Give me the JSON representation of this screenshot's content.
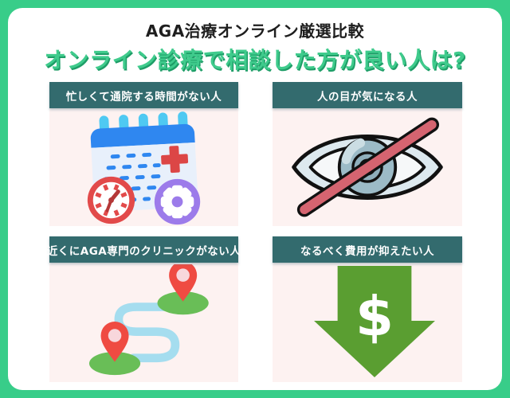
{
  "header": {
    "title": "AGA治療オンライン厳選比較",
    "subtitle": "オンライン診療で相談した方が良い人は?"
  },
  "panels": [
    {
      "label": "忙しくて通院する時間がない人",
      "icon": "calendar-schedule-icon"
    },
    {
      "label": "人の目が気になる人",
      "icon": "hidden-eye-icon"
    },
    {
      "label": "近くにAGA専門のクリニックがない人",
      "icon": "map-route-icon"
    },
    {
      "label": "なるべく費用が抑えたい人",
      "icon": "cost-down-arrow-icon"
    }
  ],
  "icons": {
    "dollar_sign": "$"
  },
  "colors": {
    "frame_green": "#38CD89",
    "subtitle_green": "#3FCB8C",
    "subtitle_shadow_green": "#1E9D67",
    "panel_header_teal": "#336B6E",
    "panel_bg_pink": "#FDF2F1",
    "calendar_blue": "#2F87F0",
    "calendar_tab_cyan": "#4FC9F2",
    "clock_red": "#E24A4A",
    "gear_purple": "#9C7BEA",
    "cross_red": "#DC4646",
    "eye_fill": "#DDE9EF",
    "slash_red": "#D56470",
    "route_blue": "#A5DDEF",
    "pin_red": "#EF4B42",
    "pin_base_green": "#69BE57",
    "arrow_green": "#5A9E31"
  }
}
